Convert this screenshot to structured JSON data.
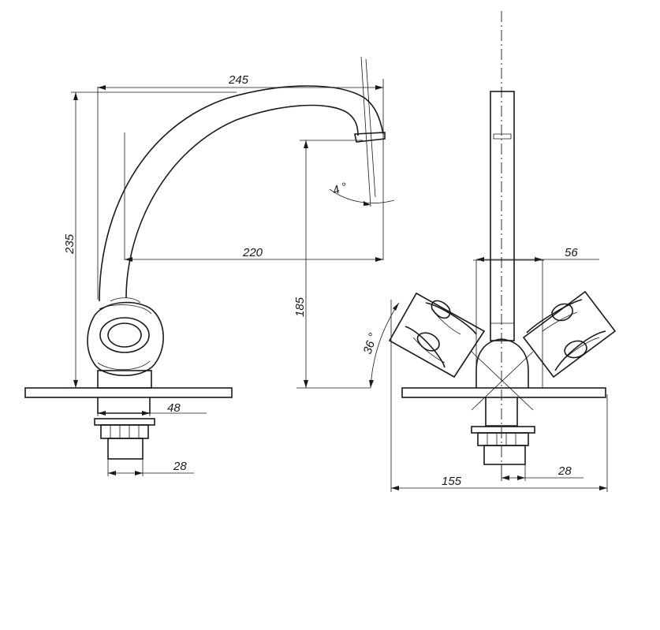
{
  "dimensions": {
    "spout_reach": "245",
    "body_height": "235",
    "spout_reach_inner": "220",
    "spout_angle": "4 °",
    "outlet_height": "185",
    "body_diameter": "48",
    "shank_diameter_side": "28",
    "handle_offset": "56",
    "handle_angle": "36 °",
    "base_width": "155",
    "shank_diameter_front": "28"
  },
  "colors": {
    "line": "#1a1a1a",
    "background": "#ffffff"
  }
}
